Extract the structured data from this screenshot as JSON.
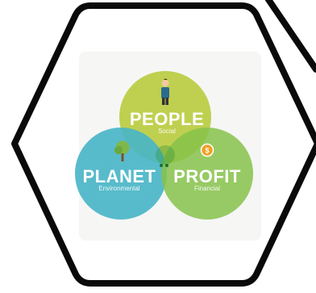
{
  "venn": {
    "circles": [
      {
        "id": "people",
        "label": "PEOPLE",
        "sublabel": "Social",
        "color": "#b9cc3e",
        "icon": "person-icon"
      },
      {
        "id": "planet",
        "label": "PLANET",
        "sublabel": "Environmental",
        "color": "#47b5c7",
        "icon": "tree-icon"
      },
      {
        "id": "profit",
        "label": "PROFIT",
        "sublabel": "Financial",
        "color": "#86c24a",
        "icon": "coin-icon"
      }
    ]
  },
  "colors": {
    "frame_stroke": "#0a0a0a",
    "background": "#ffffff",
    "diagram_panel": "#f3f3f1"
  }
}
